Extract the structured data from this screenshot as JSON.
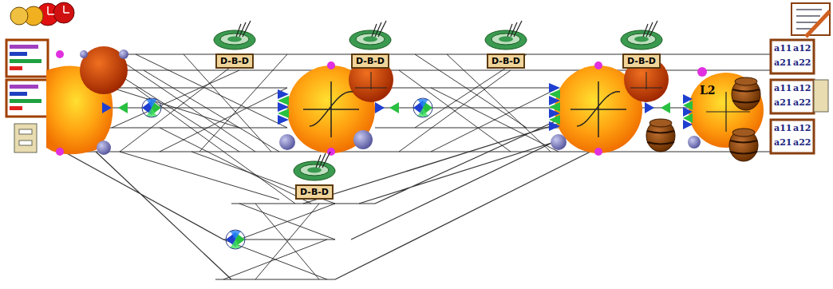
{
  "diagram": {
    "nodes": [
      {
        "text": [
          "D-B-D"
        ]
      },
      {
        "text": [
          "D-B-D"
        ]
      },
      {
        "text": [
          "D-B-D"
        ]
      },
      {
        "text": [
          "D-B-D"
        ]
      },
      {
        "text": [
          "L2"
        ]
      },
      {
        "text": [
          "D-B-D"
        ]
      }
    ],
    "labels": [
      "a11",
      "a12",
      "a21",
      "a22",
      "a11",
      "a12",
      "a21",
      "a22",
      "a11",
      "a12",
      "a21",
      "a22"
    ]
  }
}
